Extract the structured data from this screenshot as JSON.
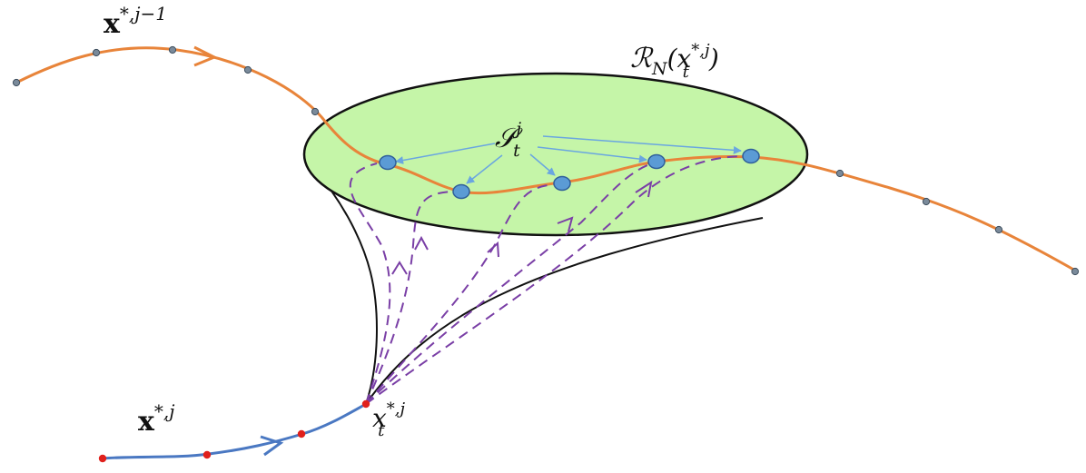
{
  "labels": {
    "prev_traj_main": "x",
    "prev_traj_sup": "*,j−1",
    "region_main": "ℛ",
    "region_sub": "N",
    "region_arg_open": "(x",
    "region_arg_sup": "*,j",
    "region_arg_sub": "t",
    "region_arg_close": ")",
    "set_main": "𝒮",
    "set_sup": "j",
    "set_sub": "t",
    "cur_traj_main": "x",
    "cur_traj_sup": "*,j",
    "state_main": "x",
    "state_sup": "*,j",
    "state_sub": "t"
  },
  "colors": {
    "prev_trajectory": "#e8843a",
    "cur_trajectory": "#4a78c2",
    "region_fill": "#c5f5a8",
    "region_stroke": "#111111",
    "funnel_stroke": "#111111",
    "sample_fill": "#5b9bd5",
    "sample_stroke": "#2f5f9a",
    "candidate_paths": "#7a3fa6",
    "pointer_arrows": "#6aa6e0",
    "prev_waypoint": "#7a8a9a",
    "cur_waypoint": "#e0201c"
  }
}
